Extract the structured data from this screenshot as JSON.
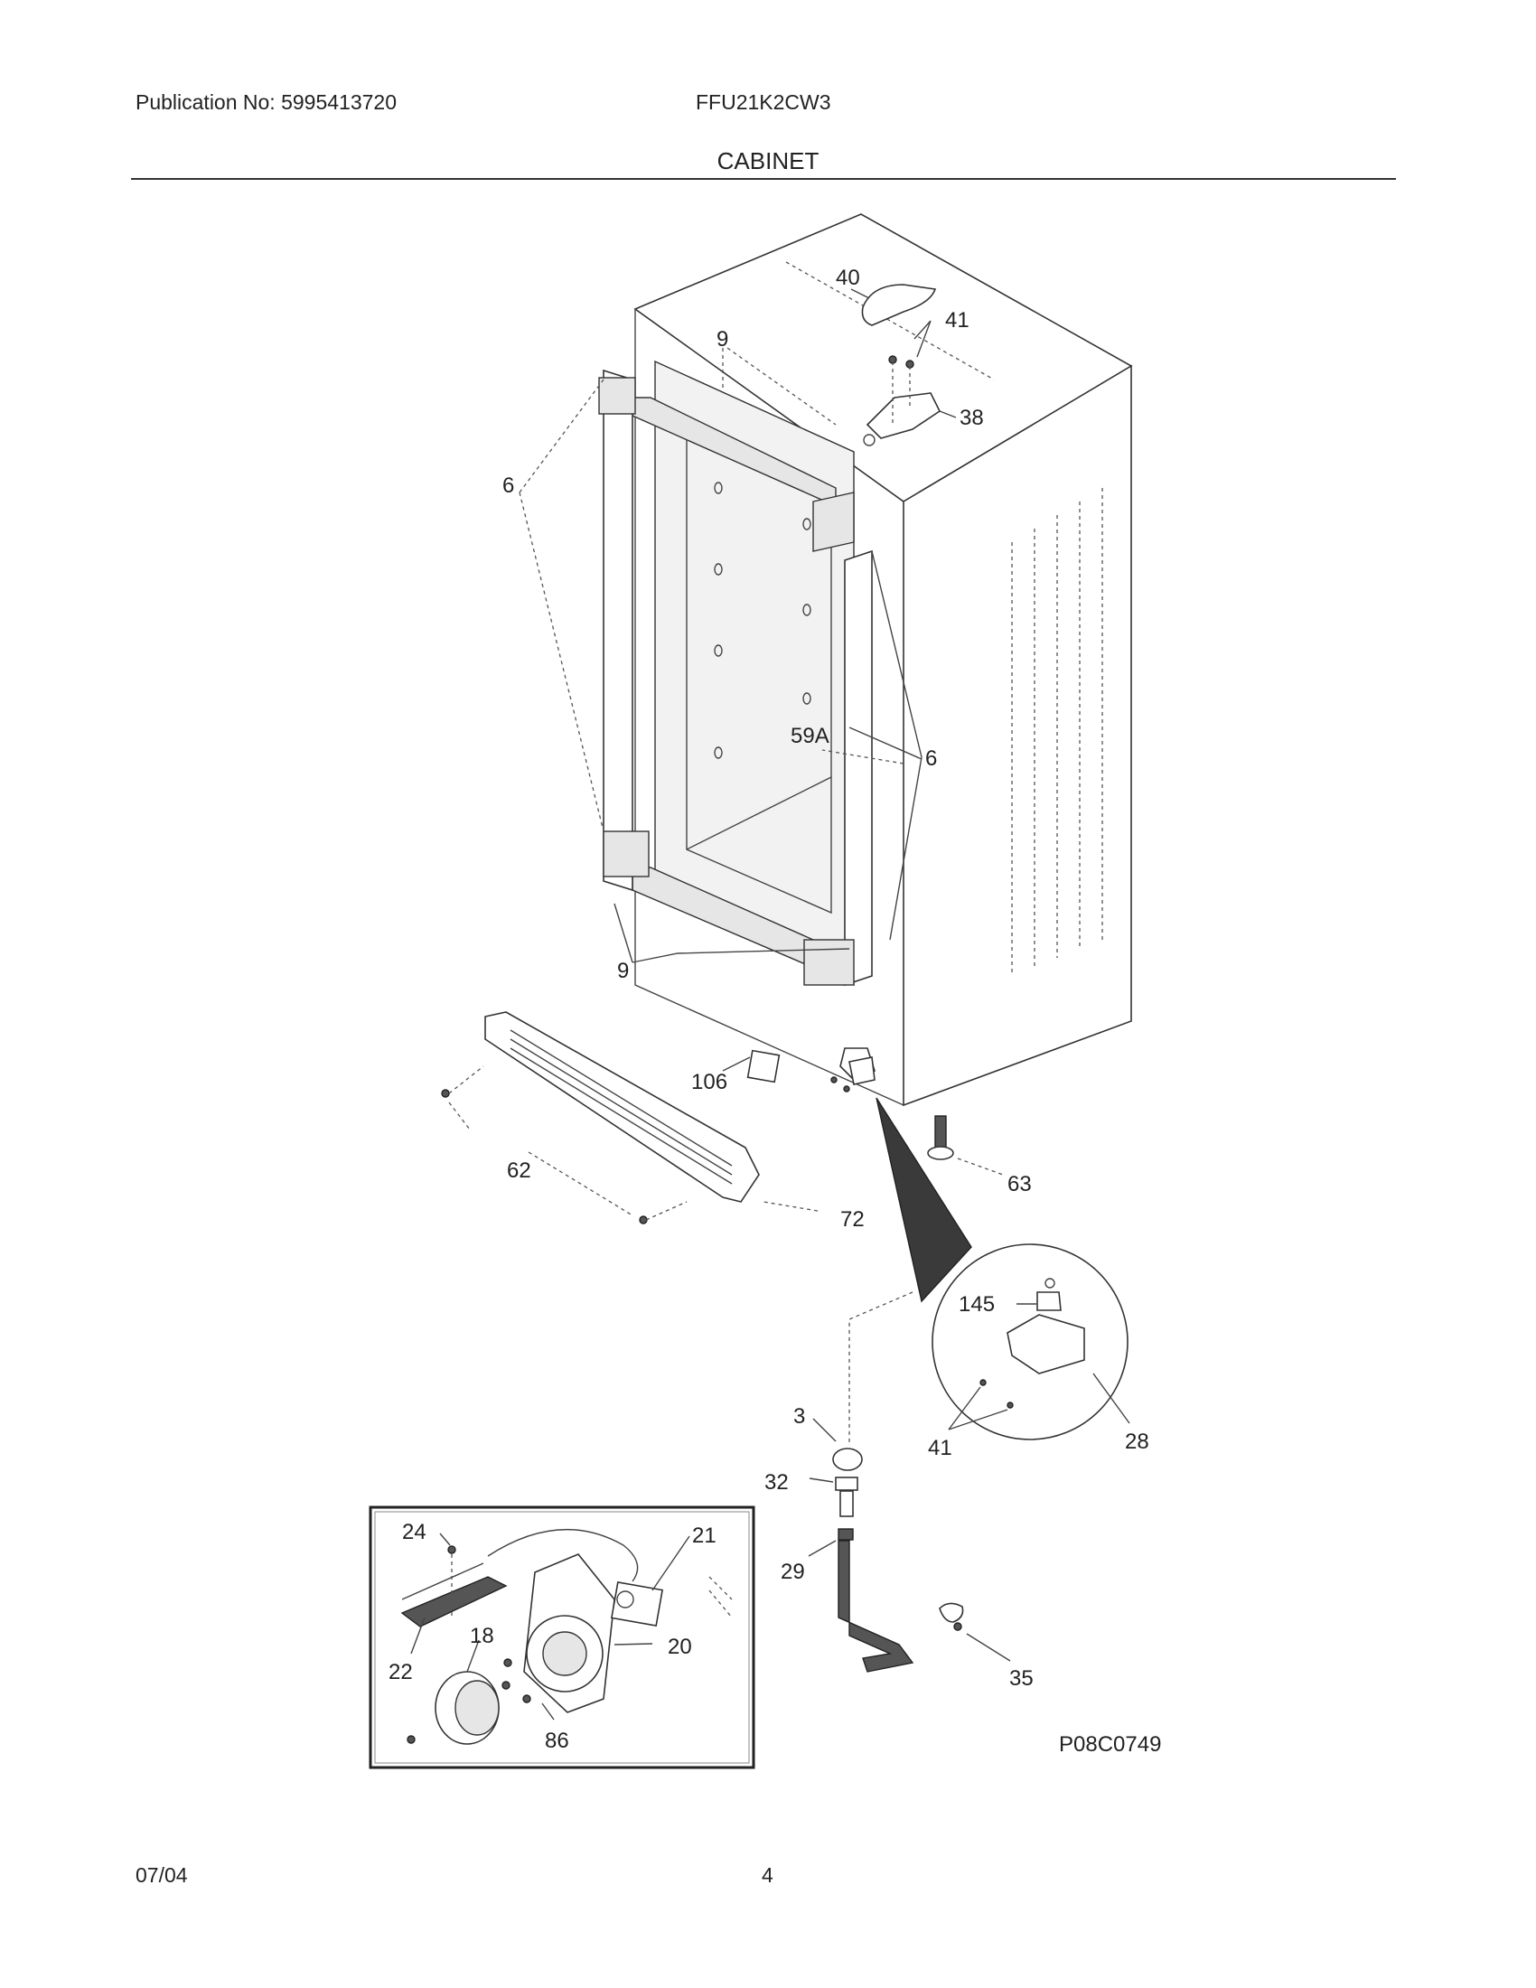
{
  "header": {
    "publication": "Publication No: 5995413720",
    "model": "FFU21K2CW3",
    "section_title": "CABINET"
  },
  "diagram": {
    "labels": {
      "l40": "40",
      "l41a": "41",
      "l38": "38",
      "l9a": "9",
      "l6a": "6",
      "l59a": "59A",
      "l6b": "6",
      "l9b": "9",
      "l106": "106",
      "l62": "62",
      "l72": "72",
      "l63": "63",
      "l145": "145",
      "l28": "28",
      "l41b": "41",
      "l3": "3",
      "l32": "32",
      "l29": "29",
      "l35": "35",
      "l24": "24",
      "l21": "21",
      "l18": "18",
      "l22": "22",
      "l20": "20",
      "l86": "86"
    },
    "figure_code": "P08C0749"
  },
  "footer": {
    "date": "07/04",
    "page": "4"
  }
}
